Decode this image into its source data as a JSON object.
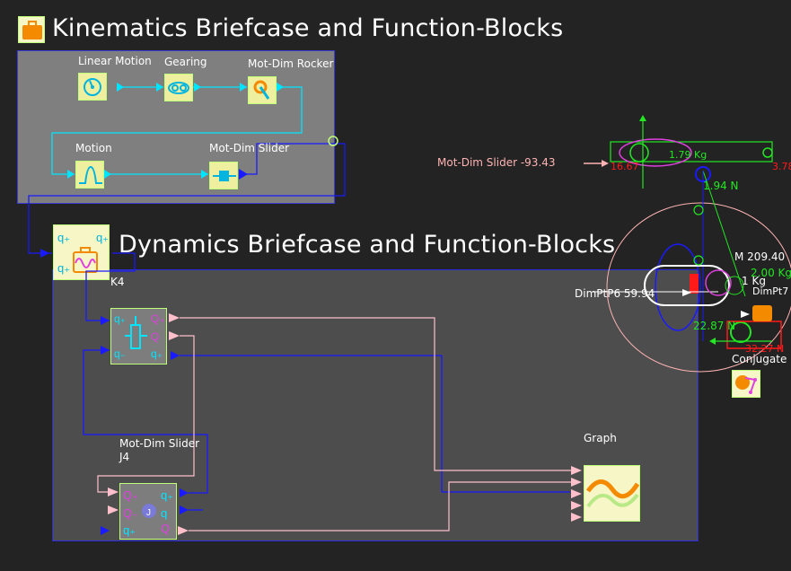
{
  "kinematics": {
    "title": "Kinematics Briefcase and Function-Blocks",
    "blocks": {
      "linear_motion": "Linear Motion",
      "gearing": "Gearing",
      "rocker": "Mot-Dim Rocker",
      "motion": "Motion",
      "slider": "Mot-Dim Slider"
    }
  },
  "dynamics": {
    "title": "Dynamics Briefcase and Function-Blocks",
    "k4_label": "K4",
    "slider_label": "Mot-Dim Slider",
    "slider_id": "J4",
    "graph_label": "Graph",
    "conjugate_label": "Conjugate"
  },
  "mechanism": {
    "slider_readout": "Mot-Dim Slider -93.43",
    "dimpt_readout": "DimPtP6 59.94",
    "moment_readout": "M 209.40",
    "force1": "2.00 Kg",
    "force2": "1.79 Kg",
    "force3": "1 Kg",
    "len1": "1.94 N",
    "len2": "22.87 N",
    "val_red": "3.78",
    "val_red2": "16.67",
    "val_red3": "32.27 N",
    "val_dim": "DimPt7"
  },
  "colors": {
    "background": "#232323",
    "kin_panel": "#7f7f7f",
    "dyn_panel": "#4d4d4d",
    "cyan": "#00e5ff",
    "blue": "#1a1aff",
    "green": "#22e822",
    "pink": "#ffb3b3",
    "magenta": "#e040e0",
    "orange": "#ff8c00"
  }
}
